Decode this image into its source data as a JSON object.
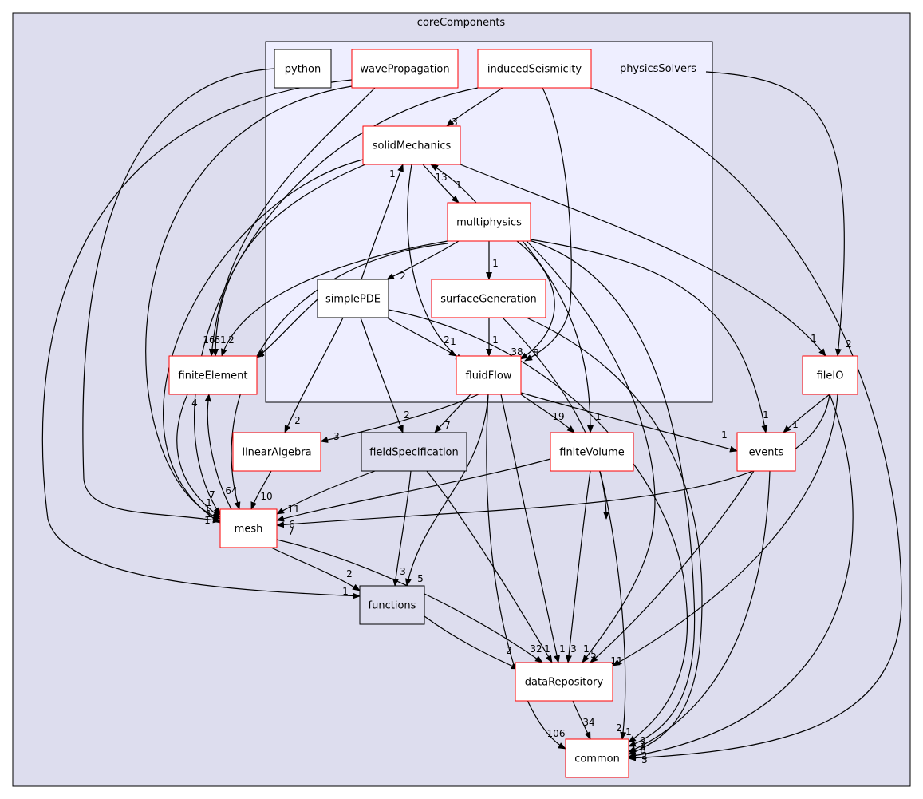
{
  "diagram": {
    "outer_cluster": {
      "label": "coreComponents"
    },
    "inner_cluster": {
      "label": "physicsSolvers"
    },
    "colors": {
      "outer_fill": "#ddddee",
      "inner_fill": "#eeeeff",
      "red_border": "#ff0000",
      "black_border": "#000000",
      "white_fill": "#ffffff",
      "gray_fill": "#ddddee"
    },
    "nodes": [
      {
        "id": "python",
        "label": "python",
        "style": "plain"
      },
      {
        "id": "wavePropagation",
        "label": "wavePropagation",
        "style": "red"
      },
      {
        "id": "inducedSeismicity",
        "label": "inducedSeismicity",
        "style": "red"
      },
      {
        "id": "solidMechanics",
        "label": "solidMechanics",
        "style": "red"
      },
      {
        "id": "multiphysics",
        "label": "multiphysics",
        "style": "red"
      },
      {
        "id": "simplePDE",
        "label": "simplePDE",
        "style": "plain"
      },
      {
        "id": "surfaceGeneration",
        "label": "surfaceGeneration",
        "style": "red"
      },
      {
        "id": "fluidFlow",
        "label": "fluidFlow",
        "style": "red"
      },
      {
        "id": "finiteElement",
        "label": "finiteElement",
        "style": "red"
      },
      {
        "id": "fileIO",
        "label": "fileIO",
        "style": "red"
      },
      {
        "id": "linearAlgebra",
        "label": "linearAlgebra",
        "style": "red"
      },
      {
        "id": "fieldSpecification",
        "label": "fieldSpecification",
        "style": "gray"
      },
      {
        "id": "finiteVolume",
        "label": "finiteVolume",
        "style": "red"
      },
      {
        "id": "events",
        "label": "events",
        "style": "red"
      },
      {
        "id": "mesh",
        "label": "mesh",
        "style": "red"
      },
      {
        "id": "functions",
        "label": "functions",
        "style": "gray"
      },
      {
        "id": "dataRepository",
        "label": "dataRepository",
        "style": "red"
      },
      {
        "id": "common",
        "label": "common",
        "style": "red"
      }
    ],
    "edges": [
      {
        "from": "inducedSeismicity",
        "to": "solidMechanics",
        "label": "3"
      },
      {
        "from": "solidMechanics",
        "to": "multiphysics",
        "label": "1"
      },
      {
        "from": "multiphysics",
        "to": "solidMechanics",
        "label": "13"
      },
      {
        "from": "simplePDE",
        "to": "solidMechanics",
        "label": "1"
      },
      {
        "from": "multiphysics",
        "to": "surfaceGeneration",
        "label": "1"
      },
      {
        "from": "multiphysics",
        "to": "simplePDE",
        "label": "2"
      },
      {
        "from": "surfaceGeneration",
        "to": "fluidFlow",
        "label": "1"
      },
      {
        "from": "simplePDE",
        "to": "fluidFlow",
        "label": "2"
      },
      {
        "from": "solidMechanics",
        "to": "fluidFlow",
        "label": "1"
      },
      {
        "from": "multiphysics",
        "to": "fluidFlow",
        "label": "38"
      },
      {
        "from": "inducedSeismicity",
        "to": "fluidFlow",
        "label": "8"
      },
      {
        "from": "simplePDE",
        "to": "finiteElement",
        "label": "4"
      },
      {
        "from": "wavePropagation",
        "to": "finiteElement",
        "label": "16"
      },
      {
        "from": "solidMechanics",
        "to": "finiteElement",
        "label": "61"
      },
      {
        "from": "multiphysics",
        "to": "finiteElement",
        "label": "2"
      },
      {
        "from": "solidMechanics",
        "to": "fileIO",
        "label": "1"
      },
      {
        "from": "physicsSolvers",
        "to": "fileIO",
        "label": "2"
      },
      {
        "from": "simplePDE",
        "to": "linearAlgebra",
        "label": "2"
      },
      {
        "from": "fluidFlow",
        "to": "linearAlgebra",
        "label": "3"
      },
      {
        "from": "simplePDE",
        "to": "fieldSpecification",
        "label": "2"
      },
      {
        "from": "fluidFlow",
        "to": "fieldSpecification",
        "label": "7"
      },
      {
        "from": "fluidFlow",
        "to": "finiteVolume",
        "label": "19"
      },
      {
        "from": "multiphysics",
        "to": "finiteVolume",
        "label": "1"
      },
      {
        "from": "fluidFlow",
        "to": "events",
        "label": "1"
      },
      {
        "from": "multiphysics",
        "to": "events",
        "label": "1"
      },
      {
        "from": "fileIO",
        "to": "events",
        "label": "1"
      },
      {
        "from": "finiteElement",
        "to": "mesh",
        "label": "4"
      },
      {
        "from": "mesh",
        "to": "finiteElement",
        "label": "7"
      },
      {
        "from": "multiphysics",
        "to": "mesh",
        "label": "64"
      },
      {
        "from": "linearAlgebra",
        "to": "mesh",
        "label": "10"
      },
      {
        "from": "fieldSpecification",
        "to": "mesh",
        "label": "11"
      },
      {
        "from": "finiteVolume",
        "to": "mesh",
        "label": "6"
      },
      {
        "from": "fileIO",
        "to": "mesh",
        "label": "7"
      },
      {
        "from": "python",
        "to": "mesh",
        "label": "1"
      },
      {
        "from": "wavePropagation",
        "to": "mesh",
        "label": "1"
      },
      {
        "from": "solidMechanics",
        "to": "mesh",
        "label": "1"
      },
      {
        "from": "inducedSeismicity",
        "to": "mesh",
        "label": "1"
      },
      {
        "from": "mesh",
        "to": "functions",
        "label": "2"
      },
      {
        "from": "wavePropagation",
        "to": "functions",
        "label": "1"
      },
      {
        "from": "fieldSpecification",
        "to": "functions",
        "label": "3"
      },
      {
        "from": "fluidFlow",
        "to": "functions",
        "label": "5"
      },
      {
        "from": "functions",
        "to": "dataRepository",
        "label": "2"
      },
      {
        "from": "mesh",
        "to": "dataRepository",
        "label": "32"
      },
      {
        "from": "fieldSpecification",
        "to": "dataRepository",
        "label": "1"
      },
      {
        "from": "fluidFlow",
        "to": "dataRepository",
        "label": "1"
      },
      {
        "from": "finiteVolume",
        "to": "dataRepository",
        "label": "3"
      },
      {
        "from": "multiphysics",
        "to": "dataRepository",
        "label": "1"
      },
      {
        "from": "surfaceGeneration",
        "to": "dataRepository",
        "label": "1"
      },
      {
        "from": "events",
        "to": "dataRepository",
        "label": "5"
      },
      {
        "from": "fileIO",
        "to": "dataRepository",
        "label": "11"
      },
      {
        "from": "dataRepository",
        "to": "common",
        "label": "34"
      },
      {
        "from": "fluidFlow",
        "to": "common",
        "label": "106"
      },
      {
        "from": "finiteVolume",
        "to": "common",
        "label": "2"
      },
      {
        "from": "simplePDE",
        "to": "common",
        "label": "1"
      },
      {
        "from": "multiphysics",
        "to": "common",
        "label": "9"
      },
      {
        "from": "events",
        "to": "common",
        "label": "4"
      },
      {
        "from": "fileIO",
        "to": "common",
        "label": "2"
      },
      {
        "from": "physicsSolvers",
        "to": "common",
        "label": "3"
      },
      {
        "from": "surfaceGeneration",
        "to": "common",
        "label": "8"
      }
    ]
  }
}
